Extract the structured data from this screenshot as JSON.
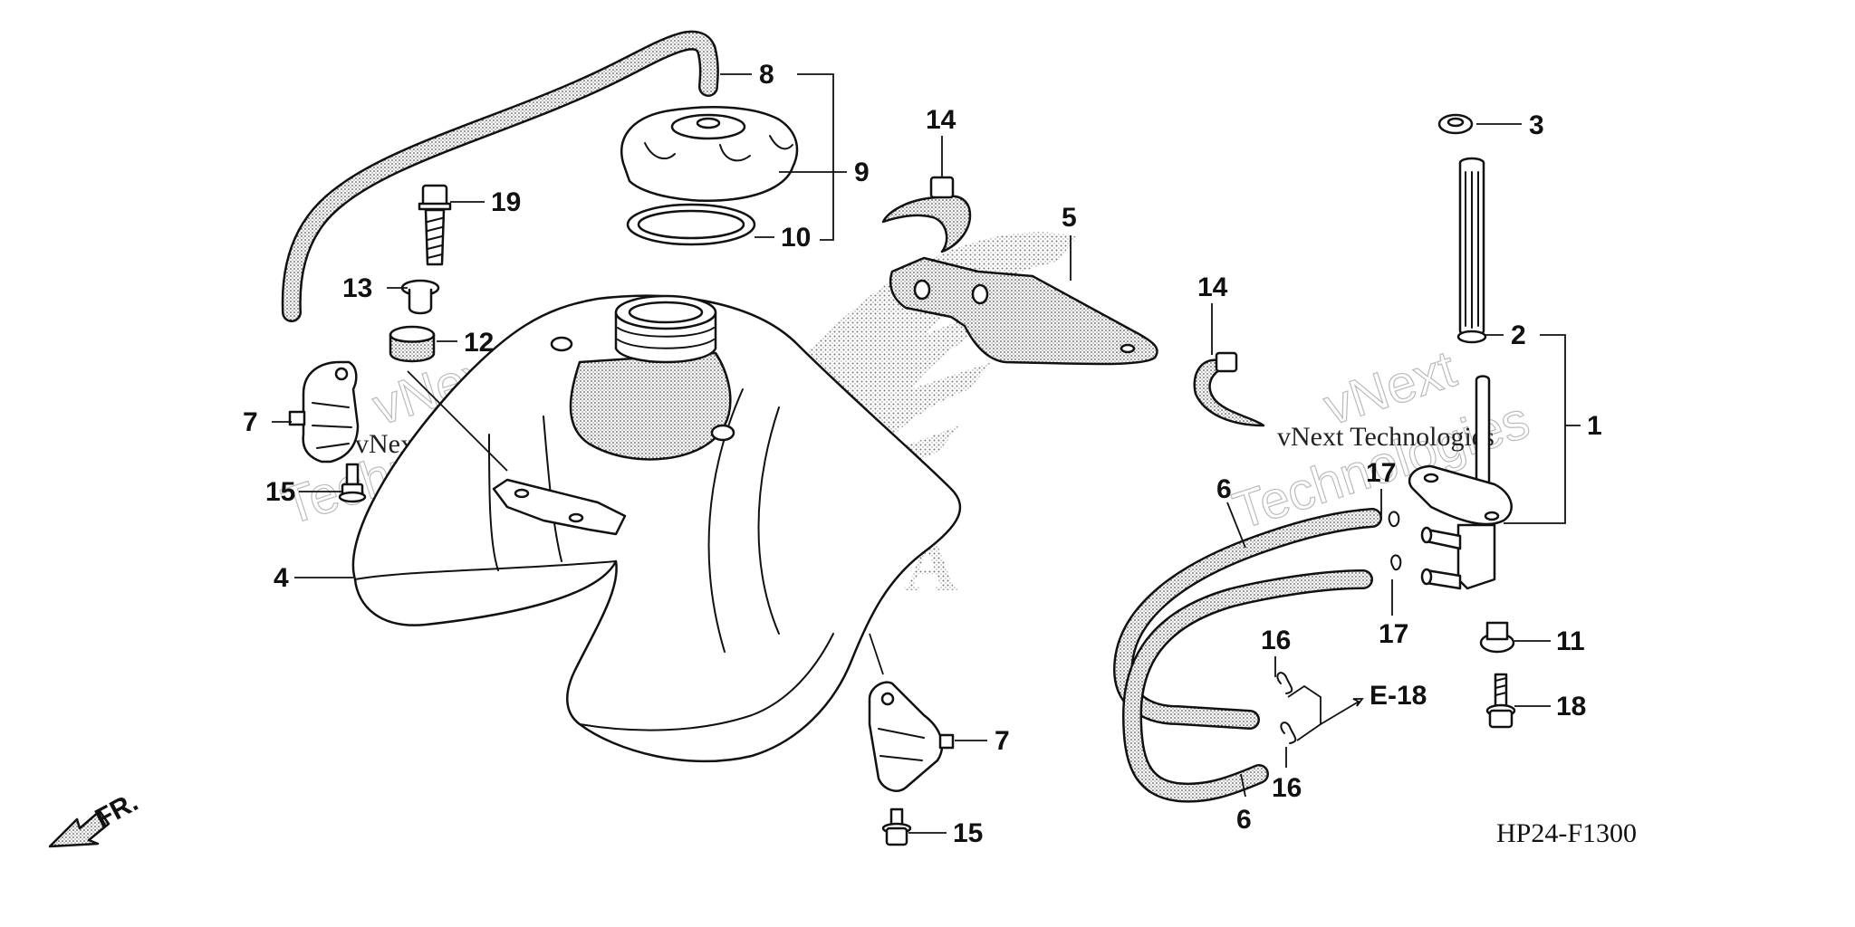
{
  "diagram": {
    "code": "HP24-F1300",
    "direction_label": "FR.",
    "reference": "E-18",
    "brand_mark": "HONDA",
    "watermarks": [
      {
        "text": "vNext Technologies"
      },
      {
        "text": "vNext"
      },
      {
        "text": "Technologies"
      },
      {
        "text": "vNext Technologies"
      },
      {
        "text": "vNext"
      },
      {
        "text": "Technologies"
      }
    ],
    "callouts": [
      {
        "id": "c1",
        "num": "1"
      },
      {
        "id": "c2",
        "num": "2"
      },
      {
        "id": "c3",
        "num": "3"
      },
      {
        "id": "c4",
        "num": "4"
      },
      {
        "id": "c5",
        "num": "5"
      },
      {
        "id": "c6a",
        "num": "6"
      },
      {
        "id": "c6b",
        "num": "6"
      },
      {
        "id": "c7a",
        "num": "7"
      },
      {
        "id": "c7b",
        "num": "7"
      },
      {
        "id": "c8",
        "num": "8"
      },
      {
        "id": "c9",
        "num": "9"
      },
      {
        "id": "c10",
        "num": "10"
      },
      {
        "id": "c11",
        "num": "11"
      },
      {
        "id": "c12",
        "num": "12"
      },
      {
        "id": "c13",
        "num": "13"
      },
      {
        "id": "c14a",
        "num": "14"
      },
      {
        "id": "c14b",
        "num": "14"
      },
      {
        "id": "c15a",
        "num": "15"
      },
      {
        "id": "c15b",
        "num": "15"
      },
      {
        "id": "c16a",
        "num": "16"
      },
      {
        "id": "c16b",
        "num": "16"
      },
      {
        "id": "c17a",
        "num": "17"
      },
      {
        "id": "c17b",
        "num": "17"
      },
      {
        "id": "c18",
        "num": "18"
      },
      {
        "id": "c19",
        "num": "19"
      }
    ]
  }
}
